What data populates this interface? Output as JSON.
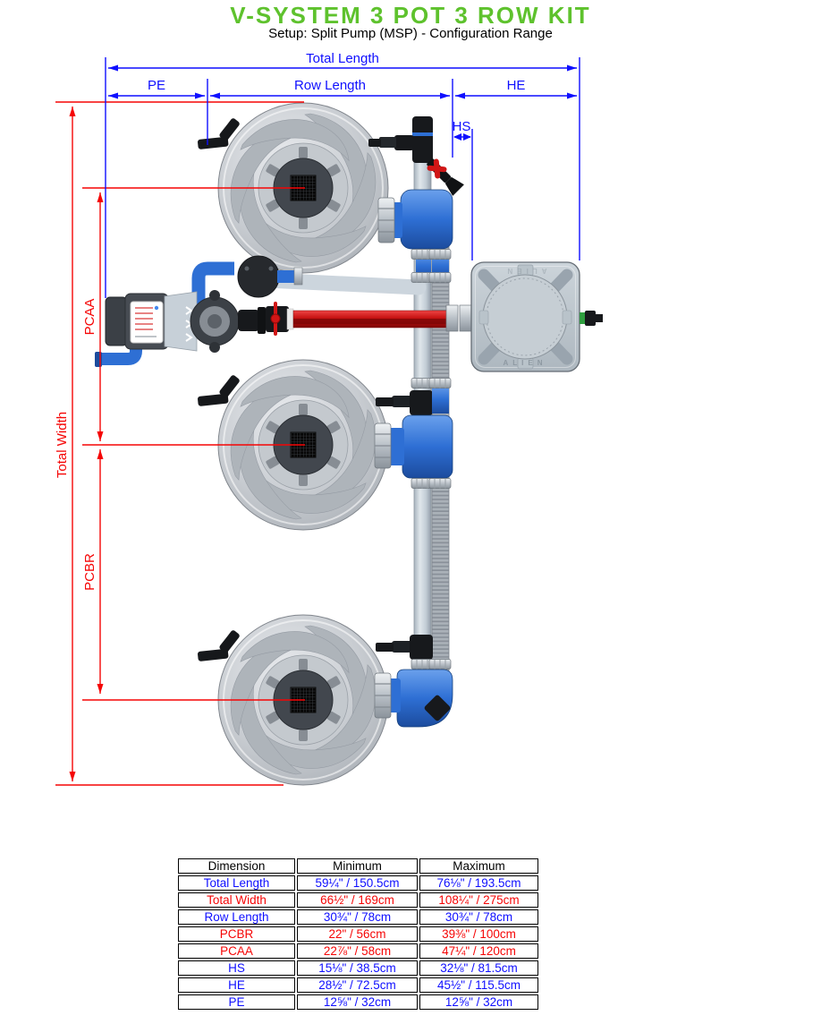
{
  "title": "V-SYSTEM 3 POT 3 ROW KIT",
  "subtitle": "Setup: Split Pump (MSP) - Configuration Range",
  "diagram": {
    "labels": {
      "total_length": "Total Length",
      "pe": "PE",
      "row_length": "Row Length",
      "he": "HE",
      "hs": "HS",
      "total_width": "Total Width",
      "pcaa": "PCAA",
      "pcbr": "PCBR"
    },
    "reservoir_brand": "ALIEN",
    "colors": {
      "title_green": "#5ec22d",
      "dimension_blue": "#0f0fff",
      "dimension_red": "#f50505",
      "pipe_blue": "#2e6fd4",
      "pipe_red": "#c01010",
      "pot_gray": "#c9cdd2"
    }
  },
  "table": {
    "headers": [
      "Dimension",
      "Minimum",
      "Maximum"
    ],
    "rows": [
      {
        "name": "Total Length",
        "min": "59¼\" / 150.5cm",
        "max": "76⅛\" / 193.5cm"
      },
      {
        "name": "Total Width",
        "min": "66½\" / 169cm",
        "max": "108¼\" / 275cm"
      },
      {
        "name": "Row Length",
        "min": "30¾\" / 78cm",
        "max": "30¾\" / 78cm"
      },
      {
        "name": "PCBR",
        "min": "22\" / 56cm",
        "max": "39⅜\" / 100cm"
      },
      {
        "name": "PCAA",
        "min": "22⅞\" / 58cm",
        "max": "47¼\" / 120cm"
      },
      {
        "name": "HS",
        "min": "15⅛\" / 38.5cm",
        "max": "32⅛\" / 81.5cm"
      },
      {
        "name": "HE",
        "min": "28½\" / 72.5cm",
        "max": "45½\" / 115.5cm"
      },
      {
        "name": "PE",
        "min": "12⅝\" / 32cm",
        "max": "12⅝\" / 32cm"
      }
    ]
  }
}
